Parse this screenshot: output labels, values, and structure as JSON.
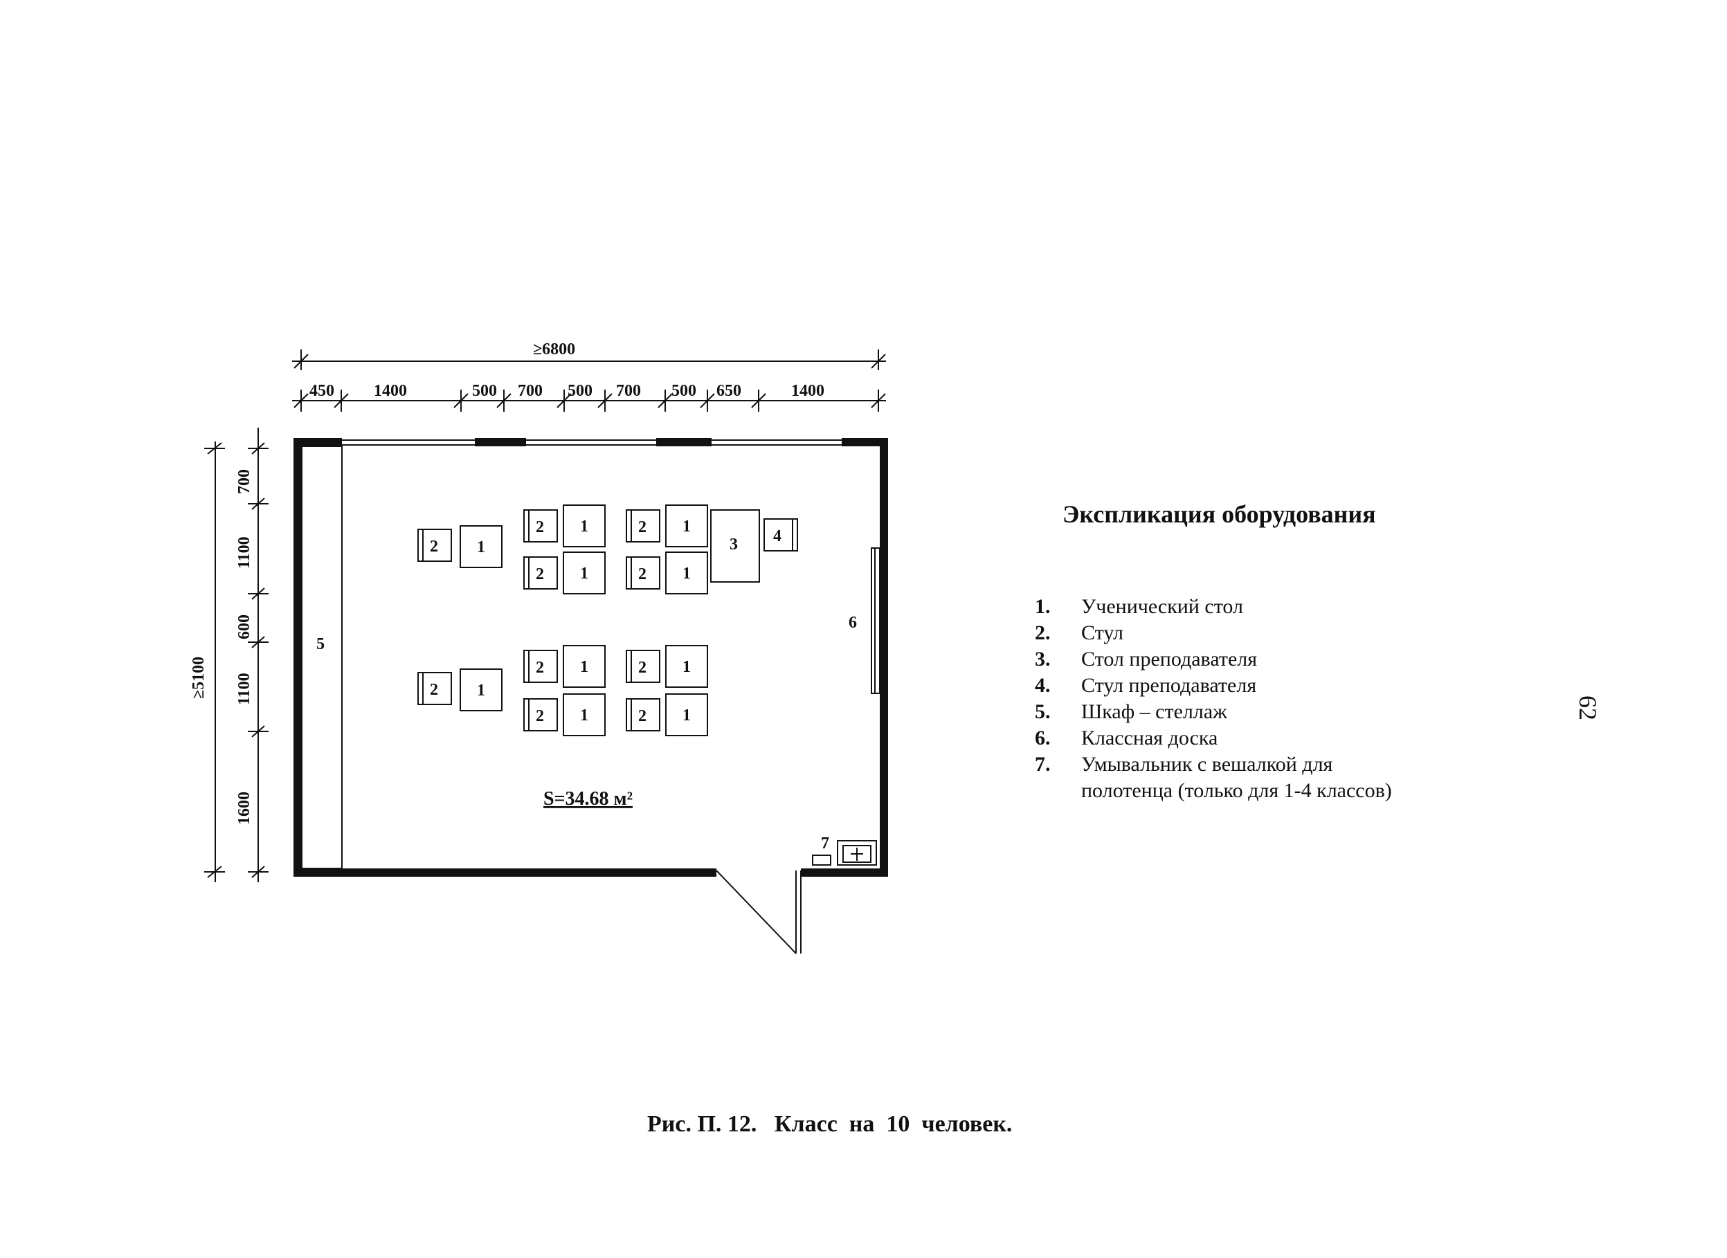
{
  "dimensions": {
    "total_width": "≥6800",
    "segments": [
      "450",
      "1400",
      "500",
      "700",
      "500",
      "700",
      "500",
      "650",
      "1400"
    ],
    "total_height": "≥5100",
    "vertical_segments": [
      "700",
      "1100",
      "600",
      "1100",
      "1600"
    ]
  },
  "plan": {
    "area_label": "S=34.68 м²",
    "desk_label": "1",
    "chair_label": "2",
    "teacher_desk_label": "3",
    "teacher_chair_label": "4",
    "cabinet_label": "5",
    "board_label": "6",
    "sink_label": "7"
  },
  "legend": {
    "title": "Экспликация оборудования",
    "items": [
      {
        "num": "1.",
        "text": "Ученический стол"
      },
      {
        "num": "2.",
        "text": "Стул"
      },
      {
        "num": "3.",
        "text": "Стол преподавателя"
      },
      {
        "num": "4.",
        "text": "Стул преподавателя"
      },
      {
        "num": "5.",
        "text": "Шкаф – стеллаж"
      },
      {
        "num": "6.",
        "text": "Классная доска"
      },
      {
        "num": "7.",
        "text": "Умывальник с вешалкой для"
      },
      {
        "num": "",
        "text": "полотенца (только для 1-4 классов)"
      }
    ]
  },
  "caption": "Рис. П. 12.   Класс  на  10  человек.",
  "page_number": "62"
}
